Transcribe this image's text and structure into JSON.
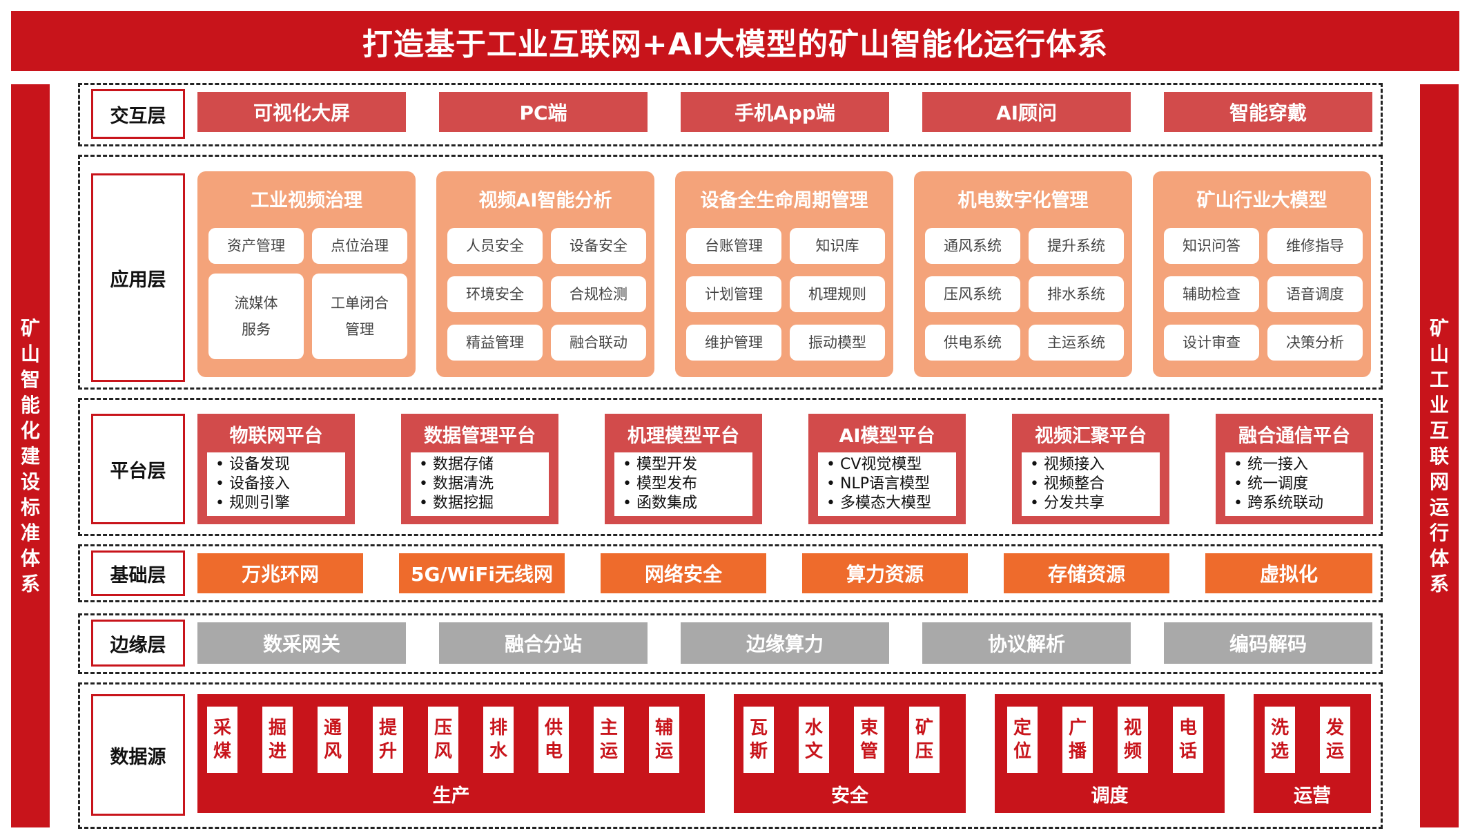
{
  "title": "打造基于工业互联网+AI大模型的矿山智能化运行体系",
  "side_left": [
    "矿",
    "山",
    "智",
    "能",
    "化",
    "建",
    "设",
    "标",
    "准",
    "体",
    "系"
  ],
  "side_right": [
    "矿",
    "山",
    "工",
    "业",
    "互",
    "联",
    "网",
    "运",
    "行",
    "体",
    "系"
  ],
  "interaction": {
    "label": "交互层",
    "items": [
      "可视化大屏",
      "PC端",
      "手机App端",
      "AI顾问",
      "智能穿戴"
    ]
  },
  "application": {
    "label": "应用层",
    "cards": [
      {
        "title": "工业视频治理",
        "items": [
          "资产管理",
          "点位治理",
          "流媒体\n服务",
          "工单闭合\n管理"
        ]
      },
      {
        "title": "视频AI智能分析",
        "items": [
          "人员安全",
          "设备安全",
          "环境安全",
          "合规检测",
          "精益管理",
          "融合联动"
        ]
      },
      {
        "title": "设备全生命周期管理",
        "items": [
          "台账管理",
          "知识库",
          "计划管理",
          "机理规则",
          "维护管理",
          "振动模型"
        ]
      },
      {
        "title": "机电数字化管理",
        "items": [
          "通风系统",
          "提升系统",
          "压风系统",
          "排水系统",
          "供电系统",
          "主运系统"
        ]
      },
      {
        "title": "矿山行业大模型",
        "items": [
          "知识问答",
          "维修指导",
          "辅助检查",
          "语音调度",
          "设计审查",
          "决策分析"
        ]
      }
    ]
  },
  "platform": {
    "label": "平台层",
    "cards": [
      {
        "title": "物联网平台",
        "items": [
          "设备发现",
          "设备接入",
          "规则引擎"
        ]
      },
      {
        "title": "数据管理平台",
        "items": [
          "数据存储",
          "数据清洗",
          "数据挖掘"
        ]
      },
      {
        "title": "机理模型平台",
        "items": [
          "模型开发",
          "模型发布",
          "函数集成"
        ]
      },
      {
        "title": "AI模型平台",
        "items": [
          "CV视觉模型",
          "NLP语言模型",
          "多模态大模型"
        ]
      },
      {
        "title": "视频汇聚平台",
        "items": [
          "视频接入",
          "视频整合",
          "分发共享"
        ]
      },
      {
        "title": "融合通信平台",
        "items": [
          "统一接入",
          "统一调度",
          "跨系统联动"
        ]
      }
    ]
  },
  "foundation": {
    "label": "基础层",
    "items": [
      "万兆环网",
      "5G/WiFi无线网",
      "网络安全",
      "算力资源",
      "存储资源",
      "虚拟化"
    ]
  },
  "edge": {
    "label": "边缘层",
    "items": [
      "数采网关",
      "融合分站",
      "边缘算力",
      "协议解析",
      "编码解码"
    ]
  },
  "datasource": {
    "label": "数据源",
    "groups": [
      {
        "label": "生产",
        "items": [
          [
            "采",
            "煤"
          ],
          [
            "掘",
            "进"
          ],
          [
            "通",
            "风"
          ],
          [
            "提",
            "升"
          ],
          [
            "压",
            "风"
          ],
          [
            "排",
            "水"
          ],
          [
            "供",
            "电"
          ],
          [
            "主",
            "运"
          ],
          [
            "辅",
            "运"
          ]
        ]
      },
      {
        "label": "安全",
        "items": [
          [
            "瓦",
            "斯"
          ],
          [
            "水",
            "文"
          ],
          [
            "束",
            "管"
          ],
          [
            "矿",
            "压"
          ]
        ]
      },
      {
        "label": "调度",
        "items": [
          [
            "定",
            "位"
          ],
          [
            "广",
            "播"
          ],
          [
            "视",
            "频"
          ],
          [
            "电",
            "话"
          ]
        ]
      },
      {
        "label": "运营",
        "items": [
          [
            "洗",
            "选"
          ],
          [
            "发",
            "运"
          ]
        ]
      }
    ]
  }
}
